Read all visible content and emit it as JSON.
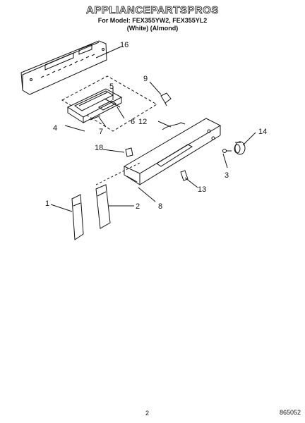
{
  "header": {
    "title": "APPLIANCEPARTSPROS",
    "subtitle_model": "For Model: FEX355YW2, FEX355YL2",
    "subtitle_color": "(White)   (Almond)"
  },
  "diagram": {
    "callouts": [
      {
        "id": "1",
        "label": "1"
      },
      {
        "id": "2",
        "label": "2"
      },
      {
        "id": "3",
        "label": "3"
      },
      {
        "id": "4",
        "label": "4"
      },
      {
        "id": "5",
        "label": "5"
      },
      {
        "id": "6",
        "label": "6"
      },
      {
        "id": "7",
        "label": "7"
      },
      {
        "id": "8",
        "label": "8"
      },
      {
        "id": "9",
        "label": "9"
      },
      {
        "id": "12",
        "label": "12"
      },
      {
        "id": "13",
        "label": "13"
      },
      {
        "id": "14",
        "label": "14"
      },
      {
        "id": "16",
        "label": "16"
      },
      {
        "id": "18",
        "label": "18"
      }
    ]
  },
  "footer": {
    "page_number": "2",
    "doc_code": "865052"
  }
}
